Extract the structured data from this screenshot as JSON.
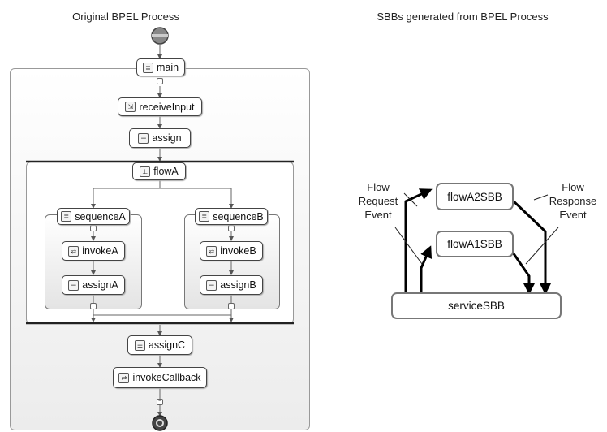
{
  "titles": {
    "left": "Original BPEL Process",
    "right": "SBBs generated from BPEL Process"
  },
  "bpel": {
    "main": "main",
    "receiveInput": "receiveInput",
    "assign": "assign",
    "flowA": "flowA",
    "sequenceA": "sequenceA",
    "invokeA": "invokeA",
    "assignA": "assignA",
    "sequenceB": "sequenceB",
    "invokeB": "invokeB",
    "assignB": "assignB",
    "assignC": "assignC",
    "invokeCallback": "invokeCallback"
  },
  "sbb": {
    "flowA2SBB": "flowA2SBB",
    "flowA1SBB": "flowA1SBB",
    "serviceSBB": "serviceSBB",
    "request_label": "Flow\nRequest\nEvent",
    "response_label": "Flow\nResponse\nEvent"
  },
  "icons": {
    "sequence": "sequence-icon",
    "receive": "receive-icon",
    "assign": "assign-icon",
    "flow": "flow-icon",
    "invoke": "invoke-icon"
  }
}
